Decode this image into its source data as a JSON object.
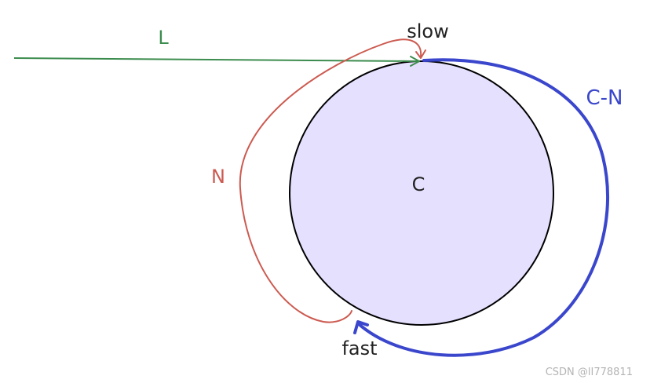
{
  "labels": {
    "L": "L",
    "slow": "slow",
    "C_N": "C-N",
    "N": "N",
    "C": "C",
    "fast": "fast"
  },
  "watermark": "CSDN @lI778811",
  "colors": {
    "line_L": "#3c8c4e",
    "arc_N": "#cc5a50",
    "arc_C_N": "#3a46cc",
    "circle_fill": "#e6e0ff",
    "circle_stroke": "#000000",
    "text": "#222222",
    "watermark": "#b4b4b4"
  }
}
